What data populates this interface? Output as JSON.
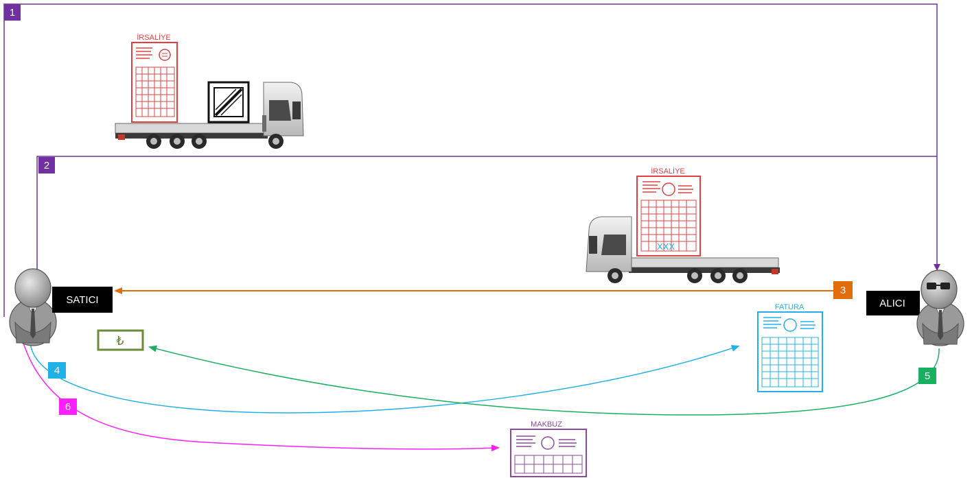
{
  "colors": {
    "purple": "#7030a0",
    "orange": "#e36c0a",
    "blue": "#22b0e8",
    "green": "#18b060",
    "magenta": "#ff20ff",
    "red": "#e04040",
    "makbuz": "#8a4a9a",
    "money": "#6a8c3a"
  },
  "steps": {
    "s1": "1",
    "s2": "2",
    "s3": "3",
    "s4": "4",
    "s5": "5",
    "s6": "6"
  },
  "actors": {
    "seller": "SATICI",
    "buyer": "ALICI"
  },
  "documents": {
    "irsaliye_top": "İRSALİYE",
    "irsaliye_return": "İRSALİYE",
    "return_mark": "XXX",
    "fatura": "FATURA",
    "makbuz": "MAKBUZ"
  },
  "money": {
    "symbol": "₺"
  },
  "icons": {
    "truck": "truck-icon",
    "crate": "crate-icon",
    "person": "person-icon",
    "document": "document-icon",
    "banknote": "banknote-icon"
  }
}
